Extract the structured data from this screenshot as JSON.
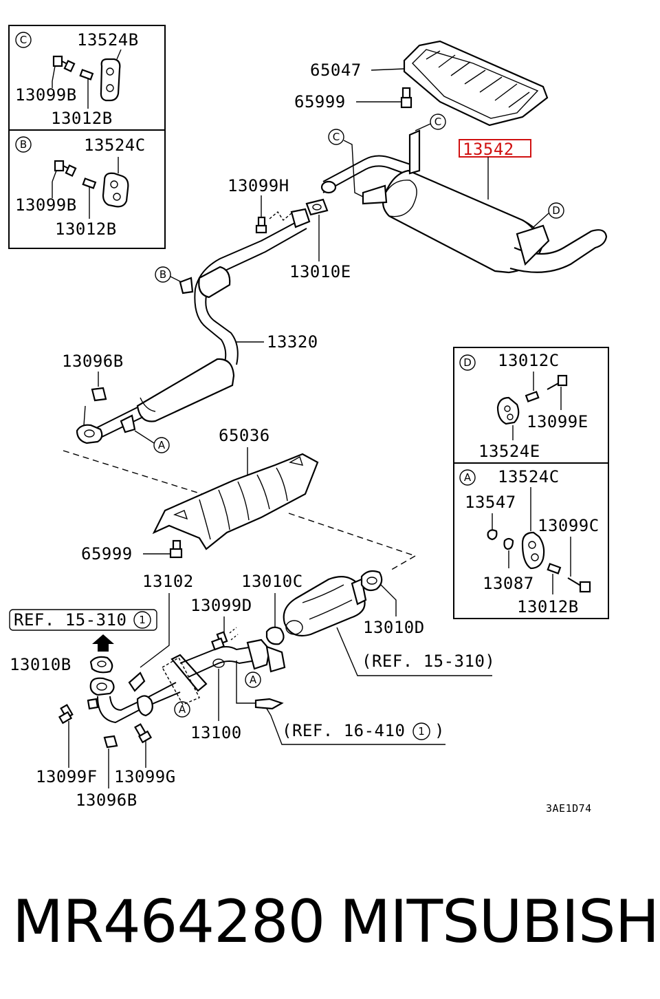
{
  "diagram": {
    "code": "3AE1D74",
    "highlight_color": "#d01010",
    "callouts": {
      "part_65047": "65047",
      "part_65999_top": "65999",
      "part_13542": "13542",
      "part_13099H": "13099H",
      "part_13010E": "13010E",
      "part_13320": "13320",
      "part_13096B_top": "13096B",
      "part_65036": "65036",
      "part_65999_mid": "65999",
      "part_13102": "13102",
      "part_13010C": "13010C",
      "part_13099D": "13099D",
      "part_13010D": "13010D",
      "part_13010B": "13010B",
      "part_13100": "13100",
      "part_13099F": "13099F",
      "part_13099G": "13099G",
      "part_13096B_bottom": "13096B"
    },
    "markers": {
      "a": "A",
      "b": "B",
      "c": "C",
      "d": "D",
      "one": "1"
    },
    "refs": {
      "ref_15_310_boxed": "REF. 15-310",
      "ref_15_310": "(REF. 15-310)",
      "ref_16_410": "(REF. 16-410",
      "paren_close": ")"
    },
    "inset_c": {
      "marker": "C",
      "hanger": "13524B",
      "bolt": "13099B",
      "pin": "13012B"
    },
    "inset_b": {
      "marker": "B",
      "hanger": "13524C",
      "bolt": "13099B",
      "pin": "13012B"
    },
    "inset_d": {
      "marker": "D",
      "pin": "13012C",
      "bolt": "13099E",
      "hanger": "13524E"
    },
    "inset_a": {
      "marker": "A",
      "hanger": "13524C",
      "bushing": "13547",
      "bolt": "13099C",
      "washer": "13087",
      "pin": "13012B"
    }
  },
  "footer": {
    "part_number": "MR464280",
    "brand": "MITSUBISHI"
  }
}
